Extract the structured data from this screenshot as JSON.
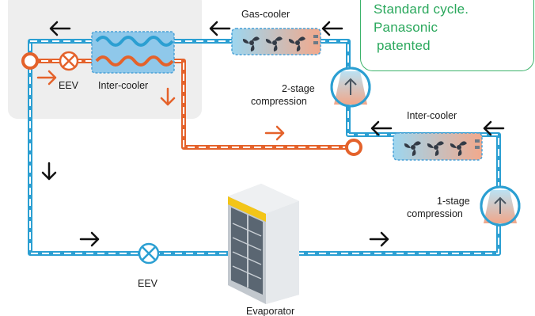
{
  "callout": {
    "line1": "Standard cycle.",
    "line2": "Panasonic",
    "line3": "patented"
  },
  "labels": {
    "gas_cooler": "Gas-cooler",
    "eev_top": "EEV",
    "inter_cooler_top": "Inter-cooler",
    "stage2_line1": "2-stage",
    "stage2_line2": "compression",
    "inter_cooler_right": "Inter-cooler",
    "stage1_line1": "1-stage",
    "stage1_line2": "compression",
    "eev_bottom": "EEV",
    "evaporator": "Evaporator"
  },
  "colors": {
    "blue_pipe": "#2b9fd2",
    "orange_pipe": "#e4622b",
    "callout_green": "#2aa85c",
    "shade_panel": "#eeeeee"
  }
}
